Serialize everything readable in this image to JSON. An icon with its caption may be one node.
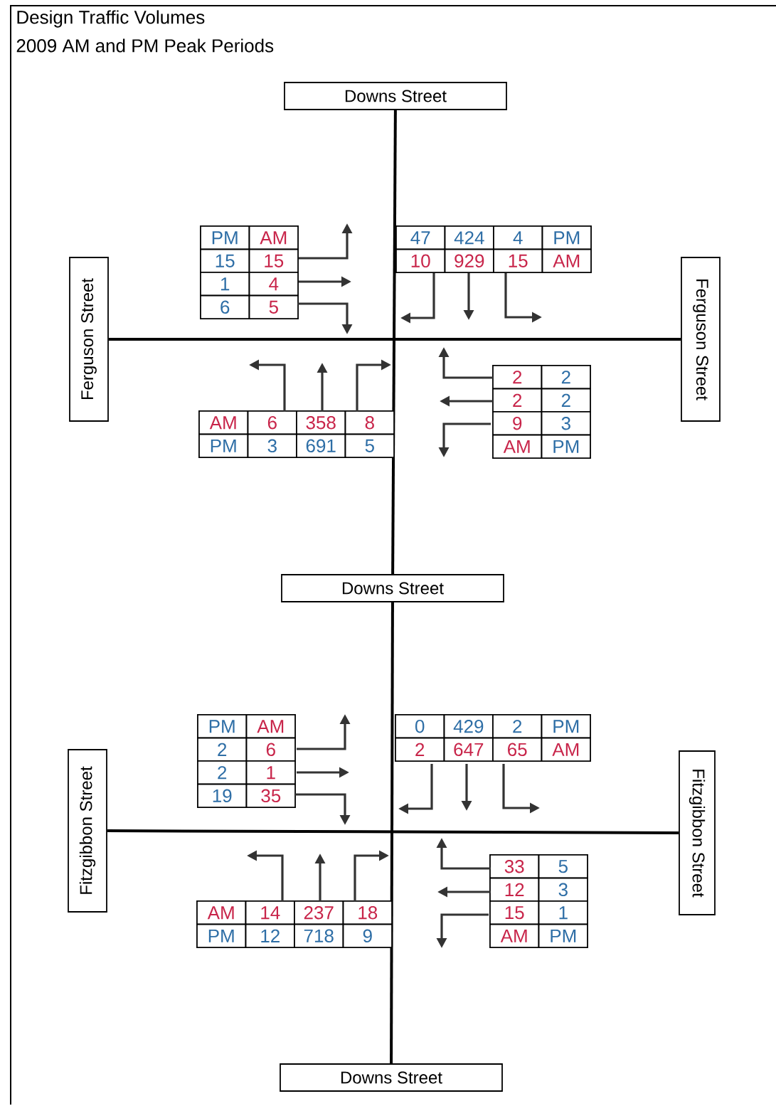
{
  "diagram": {
    "title": "Design Traffic Volumes",
    "nodes": [
      {
        "text": [
          "Downs Street"
        ]
      },
      {
        "text": [
          "Ferguson Street"
        ]
      },
      {
        "text": [
          "Ferguson Street"
        ]
      },
      {
        "text": [
          "Downs Street"
        ]
      },
      {
        "text": [
          "Fitzgibbon Street"
        ]
      },
      {
        "text": [
          "Fitzgibbon Street"
        ]
      },
      {
        "text": [
          "Downs Street"
        ]
      }
    ],
    "edges": [
      {
        "from": 0,
        "to": 3,
        "arrow": "none"
      },
      {
        "from": 1,
        "to": 2,
        "arrow": "none"
      },
      {
        "from": 3,
        "to": 6,
        "arrow": "none"
      },
      {
        "from": 4,
        "to": 5,
        "arrow": "none"
      }
    ],
    "labels": [
      "2009 AM and PM Peak Periods",
      "PM",
      "AM",
      "15",
      "15",
      "1",
      "4",
      "6",
      "5",
      "47",
      "424",
      "4",
      "PM",
      "10",
      "929",
      "15",
      "AM",
      "AM",
      "6",
      "358",
      "8",
      "PM",
      "3",
      "691",
      "5",
      "2",
      "2",
      "2",
      "2",
      "9",
      "3",
      "AM",
      "PM",
      "PM",
      "AM",
      "2",
      "6",
      "2",
      "1",
      "19",
      "35",
      "0",
      "429",
      "2",
      "PM",
      "2",
      "647",
      "65",
      "AM",
      "AM",
      "14",
      "237",
      "18",
      "PM",
      "12",
      "718",
      "9",
      "33",
      "5",
      "12",
      "3",
      "15",
      "1",
      "AM",
      "PM"
    ]
  }
}
